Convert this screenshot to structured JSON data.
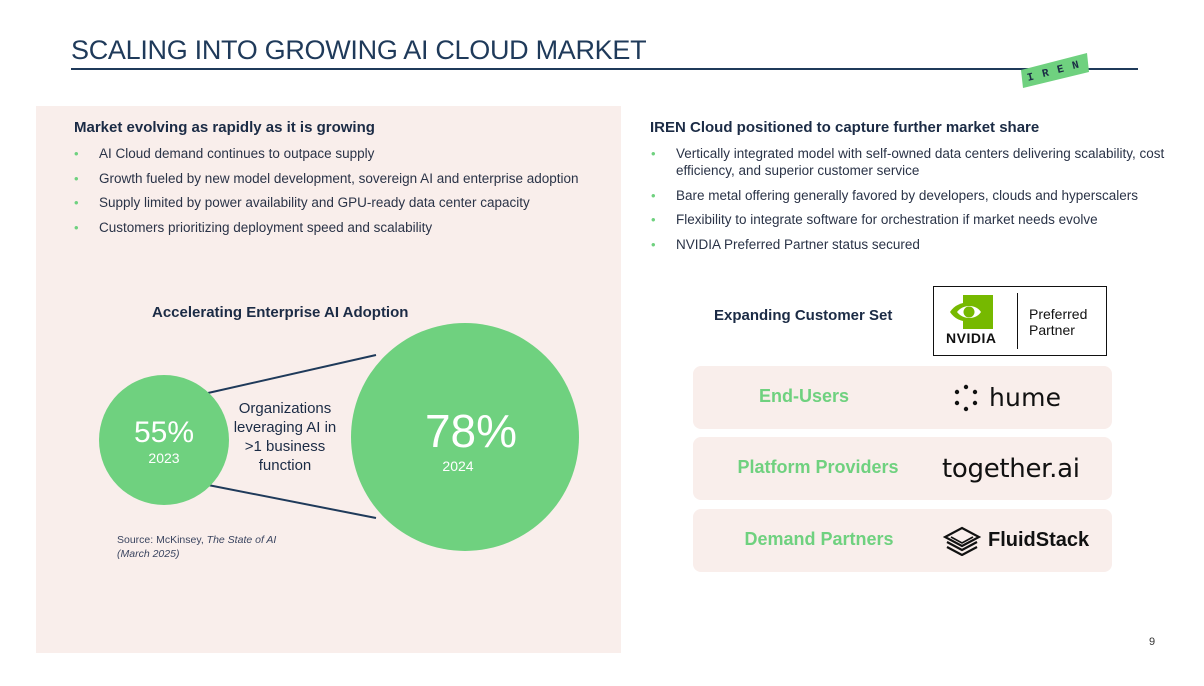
{
  "title": "SCALING INTO GROWING AI CLOUD MARKET",
  "logo": {
    "text": "IREN",
    "color": "#6fd17f"
  },
  "colors": {
    "accent_green": "#6fd17f",
    "panel_bg": "#f9eeeb",
    "navy": "#1f3a5a"
  },
  "left": {
    "heading": "Market evolving as rapidly as it is growing",
    "bullets": [
      "AI Cloud demand continues to outpace supply",
      "Growth fueled by new model development, sovereign AI and enterprise adoption",
      "Supply limited by power availability and GPU-ready data center capacity",
      "Customers prioritizing deployment speed and scalability"
    ]
  },
  "right": {
    "heading": "IREN Cloud positioned to capture further market share",
    "bullets": [
      "Vertically integrated model with self-owned data centers delivering scalability, cost efficiency, and superior customer service",
      "Bare metal offering generally favored by developers, clouds and hyperscalers",
      "Flexibility to integrate software for orchestration if market needs evolve",
      "NVIDIA Preferred Partner status secured"
    ]
  },
  "chart": {
    "title": "Accelerating Enterprise AI Adoption",
    "small_value": "55%",
    "small_year": "2023",
    "large_value": "78%",
    "large_year": "2024",
    "center_label": "Organizations leveraging AI in >1 business function",
    "source_prefix": "Source: McKinsey, ",
    "source_title": "The State of AI",
    "source_date": "(March 2025)"
  },
  "chart_data": {
    "type": "bar",
    "categories": [
      "2023",
      "2024"
    ],
    "values": [
      55,
      78
    ],
    "title": "Accelerating Enterprise AI Adoption",
    "ylabel": "Organizations leveraging AI in >1 business function"
  },
  "customers": {
    "heading": "Expanding Customer Set",
    "nvidia_word": "NVIDIA",
    "nvidia_pp_line1": "Preferred",
    "nvidia_pp_line2": "Partner",
    "rows": [
      {
        "label": "End-Users",
        "brand": "hume",
        "brand_icon": "hume-dots-icon"
      },
      {
        "label": "Platform Providers",
        "brand": "together.ai",
        "brand_icon": ""
      },
      {
        "label": "Demand Partners",
        "brand": "FluidStack",
        "brand_icon": "fluidstack-layers-icon"
      }
    ]
  },
  "page_number": "9"
}
